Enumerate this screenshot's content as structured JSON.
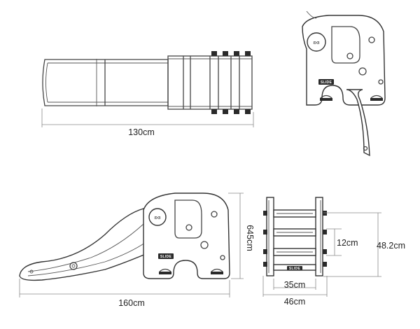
{
  "product": {
    "brand_mark": "SLIDE"
  },
  "dimensions": {
    "top_view_length": "130cm",
    "side_view_length": "160cm",
    "side_view_height": "645cm",
    "front_view_inner_width": "35cm",
    "front_view_outer_width": "46cm",
    "front_view_step_gap": "12cm",
    "front_view_height": "48.2cm"
  },
  "colors": {
    "outline": "#333333",
    "dimension_line": "#8a8a8a",
    "text": "#222222"
  }
}
